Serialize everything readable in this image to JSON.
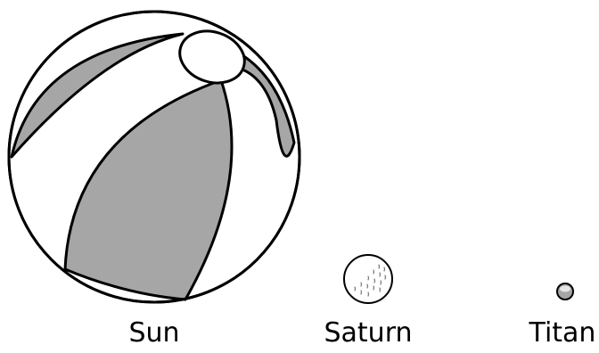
{
  "objects": [
    {
      "label": "Sun",
      "depiction": "beach-ball",
      "fill": "#a6a6a6"
    },
    {
      "label": "Saturn",
      "depiction": "golf-ball",
      "fill": "#ffffff"
    },
    {
      "label": "Titan",
      "depiction": "marble",
      "fill": "#a6a6a6"
    }
  ],
  "colors": {
    "stroke": "#000000",
    "shade": "#a6a6a6",
    "background": "#ffffff"
  }
}
